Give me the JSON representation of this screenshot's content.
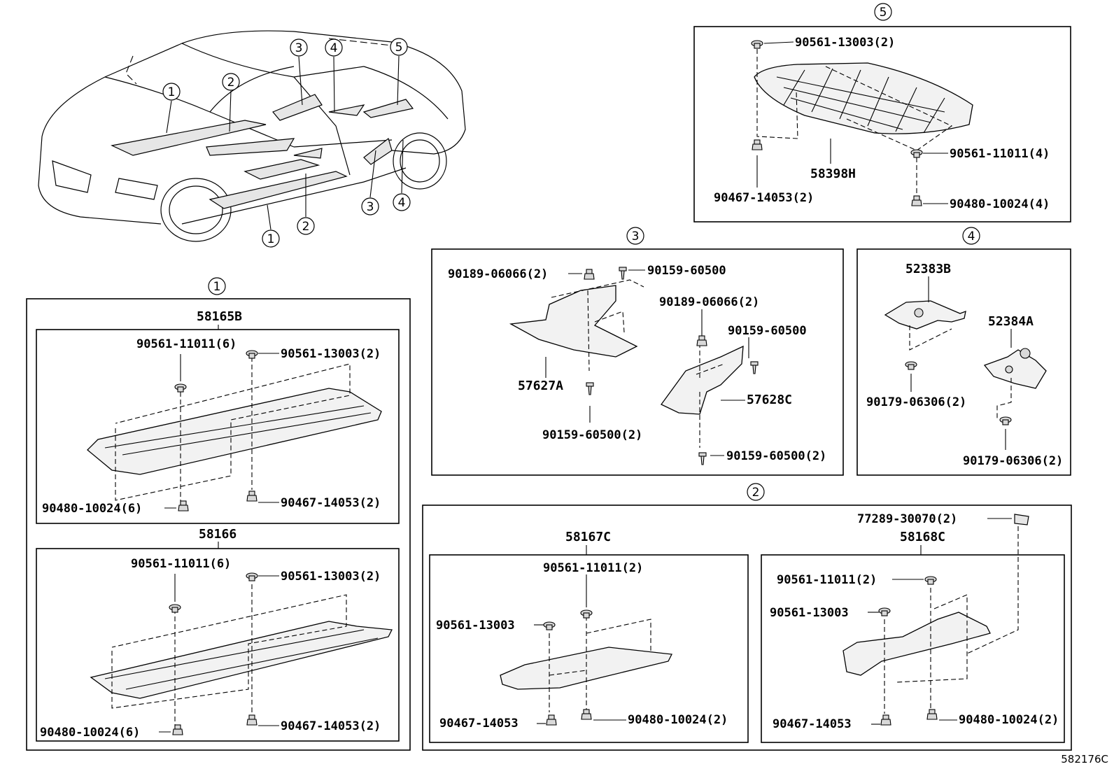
{
  "callouts": [
    "1",
    "2",
    "3",
    "4",
    "5"
  ],
  "overview": {
    "markers": [
      "1",
      "2",
      "3",
      "4",
      "5",
      "1",
      "2",
      "3",
      "4"
    ]
  },
  "group1": {
    "number": "1",
    "upper": {
      "part": "58165B",
      "labels": [
        "90561-11011(6)",
        "90561-13003(2)",
        "90480-10024(6)",
        "90467-14053(2)"
      ]
    },
    "lower": {
      "part": "58166",
      "labels": [
        "90561-11011(6)",
        "90561-13003(2)",
        "90480-10024(6)",
        "90467-14053(2)"
      ]
    }
  },
  "group2": {
    "number": "2",
    "top_label": "77289-30070(2)",
    "left": {
      "part": "58167C",
      "labels": [
        "90561-11011(2)",
        "90561-13003",
        "90467-14053",
        "90480-10024(2)"
      ]
    },
    "right": {
      "part": "58168C",
      "labels": [
        "90561-11011(2)",
        "90561-13003",
        "90467-14053",
        "90480-10024(2)"
      ]
    }
  },
  "group3": {
    "number": "3",
    "labels": [
      "90189-06066(2)",
      "90159-60500",
      "90189-06066(2)",
      "90159-60500",
      "57627A",
      "57628C",
      "90159-60500(2)",
      "90159-60500(2)"
    ]
  },
  "group4": {
    "number": "4",
    "labels": [
      "52383B",
      "52384A",
      "90179-06306(2)",
      "90179-06306(2)"
    ]
  },
  "group5": {
    "number": "5",
    "labels": [
      "90561-13003(2)",
      "58398H",
      "90561-11011(4)",
      "90467-14053(2)",
      "90480-10024(4)"
    ]
  },
  "illustration_code": "582176C"
}
